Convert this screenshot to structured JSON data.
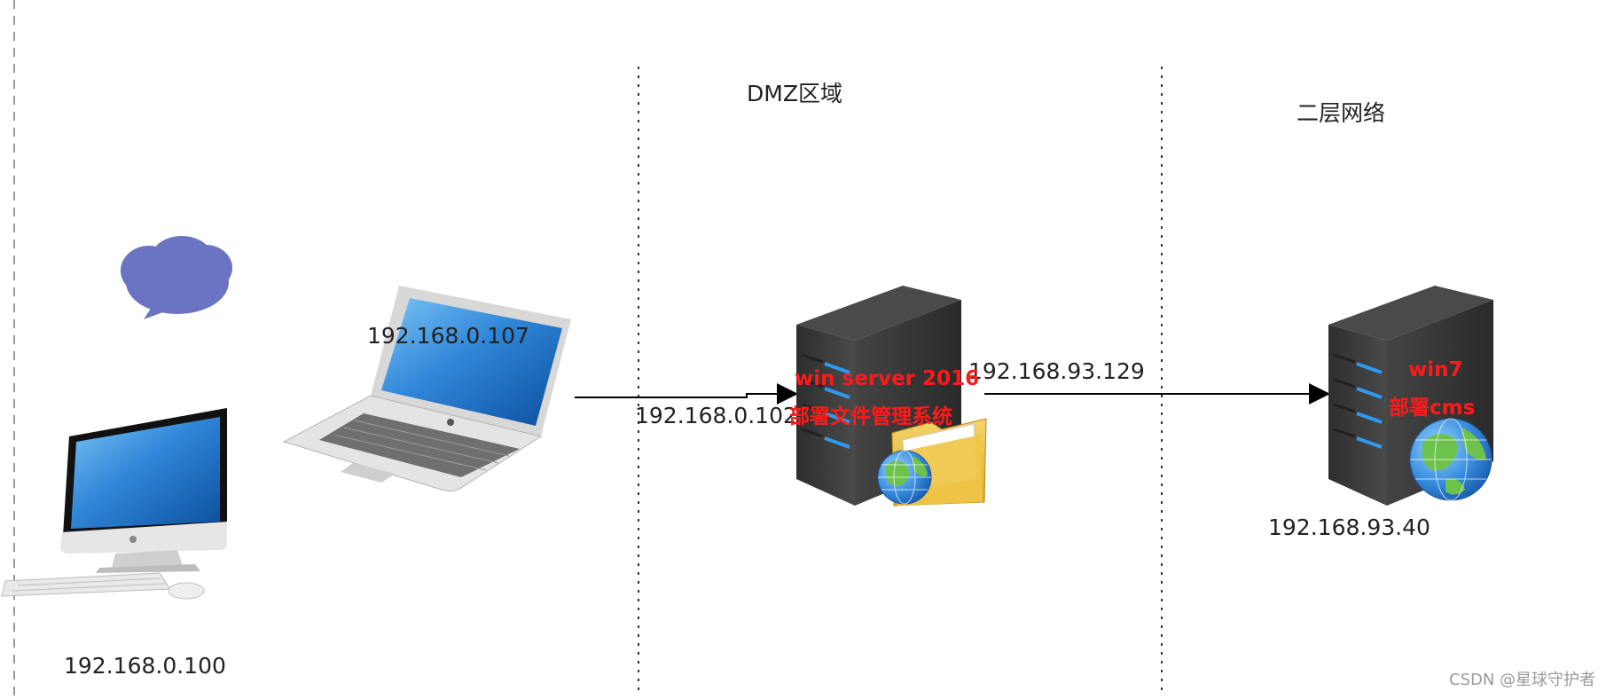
{
  "zones": {
    "dmz_title": "DMZ区域",
    "layer2_title": "二层网络"
  },
  "nodes": {
    "desktop": {
      "ip": "192.168.0.100"
    },
    "laptop": {
      "ip": "192.168.0.107"
    },
    "dmz_server": {
      "ip_left": "192.168.0.102",
      "ip_right": "192.168.93.129",
      "os_label": "win server 2016",
      "service_label": "部署文件管理系统"
    },
    "inner_server": {
      "ip": "192.168.93.40",
      "os_label": "win7",
      "service_label": "部署cms"
    }
  },
  "watermark": "CSDN @星球守护者",
  "colors": {
    "bubble": "#6b74c0",
    "label_red": "#ff1a1a",
    "server_dark": "#3a3a3a",
    "server_led": "#2f9bf0"
  }
}
